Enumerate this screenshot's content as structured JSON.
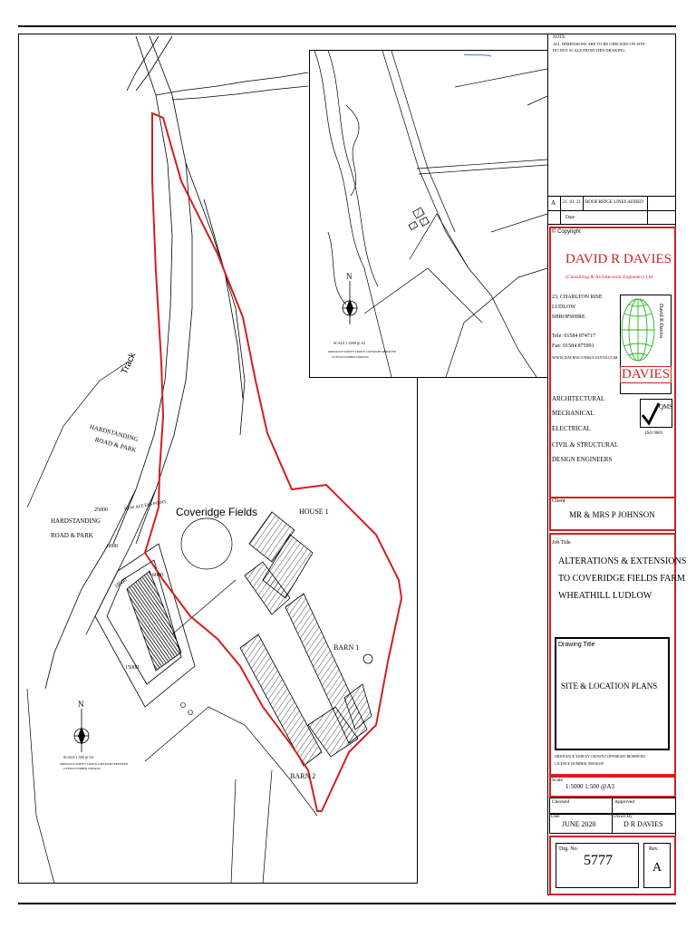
{
  "site_plan": {
    "labels": {
      "track": "Track",
      "hardstanding_1": "HARDSTANDING",
      "road_park_1": "ROAD & PARK",
      "hardstanding_2": "HARDSTANDING",
      "road_park_2": "ROAD & PARK",
      "coveridge_fields": "Coveridge Fields",
      "house_1": "HOUSE 1",
      "barn_1": "BARN 1",
      "barn_2": "BARN 2",
      "access_note": "NEW ACCESS POINT"
    },
    "dimensions": {
      "d_25000": "25000",
      "d_6000_a": "6000",
      "d_10500": "10500",
      "d_6000_b": "6000",
      "d_15000": "15000"
    },
    "north_label": "N",
    "scale_note": "SCALE 1:500 @ A3",
    "os_note_1": "ORDNANCE SURVEY CROWN COPYRIGHT RESERVED",
    "os_note_2": "LICENCE NUMBER 100036339"
  },
  "location_plan": {
    "north_label": "N",
    "scale_note": "SCALE 1:5000 @ A3",
    "os_note_1": "ORDNANCE SURVEY CROWN COPYRIGHT RESERVED",
    "os_note_2": "LICENCE NUMBER 100036339"
  },
  "title_block": {
    "note_title": "NOTE:",
    "note_1": "ALL DIMENSIONS ARE TO BE CHECKED ON SITE",
    "note_2": "DO NOT SCALE FROM THIS DRAWING",
    "rev_letter": "A",
    "rev_date": "21. 01. 21",
    "rev_desc": "ROOF RIDGE LINES ADDED",
    "date_label": "Date",
    "copyright": "© Copyright",
    "firm_name": "DAVID R DAVIES",
    "firm_sub": "(Consulting & Architectural Engineers) Ltd",
    "address_1": "23, CHARLTON RISE",
    "address_2": "LUDLOW",
    "address_3": "SHROPSHIRE",
    "tele": "Tele:  01584 874717",
    "fax": "Fax:  01584 875991",
    "web": "WWW.DAVIESCONSULTANTS.COM",
    "logo_text": "DAVIES",
    "logo_side": "David R Davies",
    "discipline_1": "ARCHITECTURAL",
    "discipline_2": "MECHANICAL",
    "discipline_3": "ELECTRICAL",
    "discipline_4": "CIVIL & STRUCTURAL",
    "discipline_5": "DESIGN ENGINEERS",
    "qms_label": "QMS",
    "iso_label": "ISO 9001",
    "client_label": "Client",
    "client_value": "MR & MRS P JOHNSON",
    "job_title_label": "Job Title",
    "job_title_1": "ALTERATIONS & EXTENSIONS",
    "job_title_2": "TO COVERIDGE FIELDS FARM",
    "job_title_3": "WHEATHILL LUDLOW",
    "drawing_title_label": "Drawing Title",
    "drawing_title_value": "SITE & LOCATION PLANS",
    "os_note_1": "ORDNANCE SURVEY CROWN COPYRIGHT RESERVED",
    "os_note_2": "LICENCE NUMBER 100036339",
    "scale_label": "Scale",
    "scale_value": "1:5000  1:500  @A3",
    "checked_label": "Checked",
    "approved_label": "Approved",
    "date2_label": "Date",
    "date_value": "JUNE 2020",
    "drawn_label": "Drawn By",
    "drawn_value": "D R DAVIES",
    "drg_no_label": "Drg. No.",
    "drg_no_value": "5777",
    "rev_label": "Rev.",
    "rev_value": "A"
  },
  "colors": {
    "boundary": "#d21f1f",
    "logo_green": "#26b026",
    "text": "#000000"
  }
}
